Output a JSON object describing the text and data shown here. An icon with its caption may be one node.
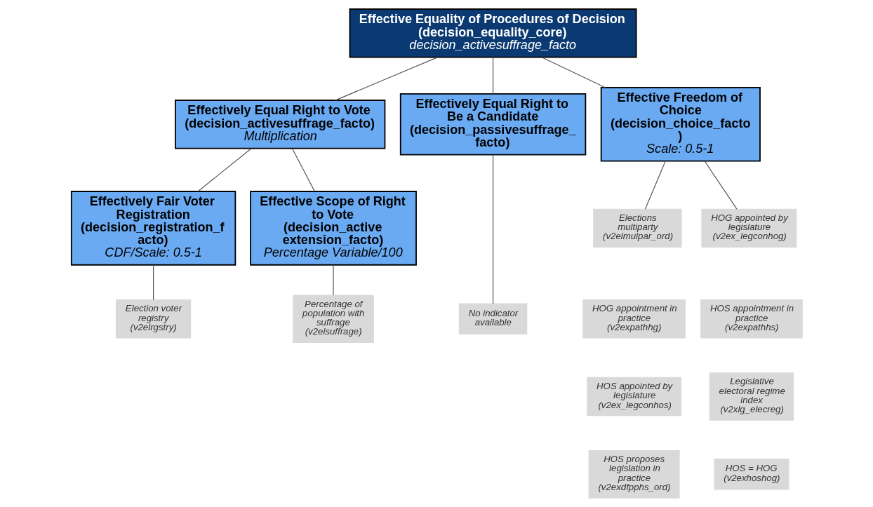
{
  "diagram": {
    "nodes": [
      {
        "text": [
          "Effective Equality of Procedures of Decision",
          "(decision_equality_core)",
          "decision_activesuffrage_facto"
        ]
      },
      {
        "text": [
          "Effectively Equal Right to Vote",
          "(decision_activesuffrage_facto)",
          "Multiplication"
        ]
      },
      {
        "text": [
          "Effectively Equal Right to Be a Candidate",
          "(decision_passivesuffrage_facto)"
        ]
      },
      {
        "text": [
          "Effective Freedom of Choice",
          "(decision_choice_facto)",
          "Scale: 0.5-1"
        ]
      },
      {
        "text": [
          "Effectively Fair Voter Registration",
          "(decision_registration_facto)",
          "CDF/Scale: 0.5-1"
        ]
      },
      {
        "text": [
          "Effective Scope of Right to Vote",
          "(decision_active extension_facto)",
          "Percentage Variable/100"
        ]
      },
      {
        "text": [
          "Election voter registry (v2elrgstry)"
        ]
      },
      {
        "text": [
          "Percentage of population with suffrage (v2elsuffrage)"
        ]
      },
      {
        "text": [
          "No indicator available"
        ]
      },
      {
        "text": [
          "Elections multiparty (v2elmulpar_ord)"
        ]
      },
      {
        "text": [
          "HOG appointed by legislature (v2ex_legconhog)"
        ]
      },
      {
        "text": [
          "HOG appointment in practice (v2expathhg)"
        ]
      },
      {
        "text": [
          "HOS appointment in practice (v2expathhs)"
        ]
      },
      {
        "text": [
          "HOS appointed by legislature (v2ex_legconhos)"
        ]
      },
      {
        "text": [
          "Legislative electoral regime index (v2xlg_elecreg)"
        ]
      },
      {
        "text": [
          "HOS proposes legislation in practice (v2exdfpphs_ord)"
        ]
      },
      {
        "text": [
          "HOS = HOG (v2exhoshog)"
        ]
      }
    ],
    "edges": [
      {
        "from": 0,
        "to": 1,
        "arrow": "none"
      },
      {
        "from": 0,
        "to": 2,
        "arrow": "none"
      },
      {
        "from": 0,
        "to": 3,
        "arrow": "none"
      },
      {
        "from": 1,
        "to": 4,
        "arrow": "none"
      },
      {
        "from": 1,
        "to": 5,
        "arrow": "none"
      },
      {
        "from": 4,
        "to": 6,
        "arrow": "none"
      },
      {
        "from": 5,
        "to": 7,
        "arrow": "none"
      },
      {
        "from": 2,
        "to": 8,
        "arrow": "none"
      },
      {
        "from": 3,
        "to": 9,
        "arrow": "none"
      },
      {
        "from": 3,
        "to": 10,
        "arrow": "none"
      }
    ]
  }
}
